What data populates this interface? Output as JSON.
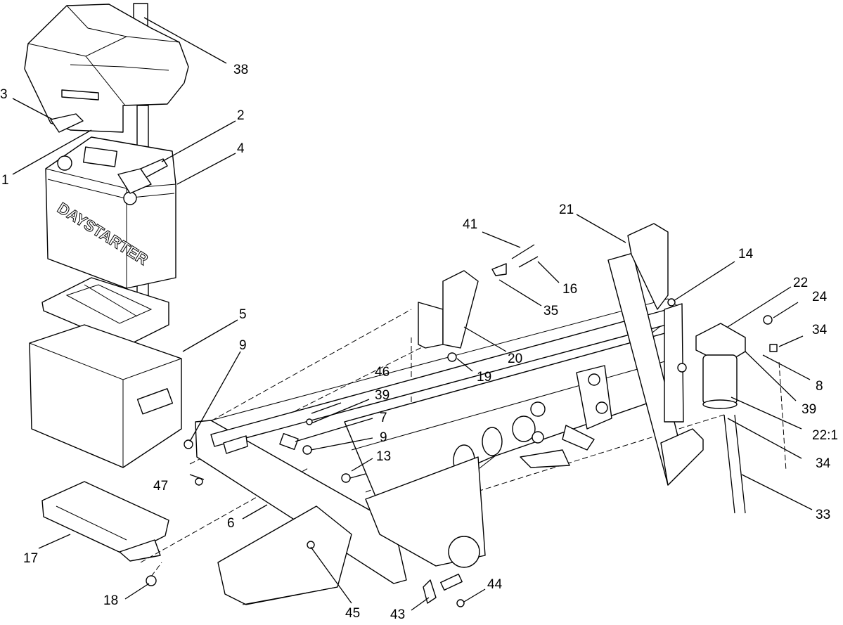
{
  "diagram": {
    "battery_brand": "DAYSTARTER",
    "callouts": [
      {
        "id": "c1",
        "label": "1"
      },
      {
        "id": "c2",
        "label": "2"
      },
      {
        "id": "c3",
        "label": "3"
      },
      {
        "id": "c4",
        "label": "4"
      },
      {
        "id": "c5",
        "label": "5"
      },
      {
        "id": "c6",
        "label": "6"
      },
      {
        "id": "c7",
        "label": "7"
      },
      {
        "id": "c8",
        "label": "8"
      },
      {
        "id": "c9a",
        "label": "9"
      },
      {
        "id": "c9b",
        "label": "9"
      },
      {
        "id": "c13",
        "label": "13"
      },
      {
        "id": "c14",
        "label": "14"
      },
      {
        "id": "c16",
        "label": "16"
      },
      {
        "id": "c17",
        "label": "17"
      },
      {
        "id": "c18",
        "label": "18"
      },
      {
        "id": "c19",
        "label": "19"
      },
      {
        "id": "c20",
        "label": "20"
      },
      {
        "id": "c21",
        "label": "21"
      },
      {
        "id": "c22",
        "label": "22"
      },
      {
        "id": "c22b",
        "label": "22:1"
      },
      {
        "id": "c24",
        "label": "24"
      },
      {
        "id": "c33",
        "label": "33"
      },
      {
        "id": "c34a",
        "label": "34"
      },
      {
        "id": "c34b",
        "label": "34"
      },
      {
        "id": "c35",
        "label": "35"
      },
      {
        "id": "c38",
        "label": "38"
      },
      {
        "id": "c39a",
        "label": "39"
      },
      {
        "id": "c39b",
        "label": "39"
      },
      {
        "id": "c41",
        "label": "41"
      },
      {
        "id": "c43",
        "label": "43"
      },
      {
        "id": "c44",
        "label": "44"
      },
      {
        "id": "c45",
        "label": "45"
      },
      {
        "id": "c46",
        "label": "46"
      },
      {
        "id": "c47",
        "label": "47"
      }
    ]
  }
}
